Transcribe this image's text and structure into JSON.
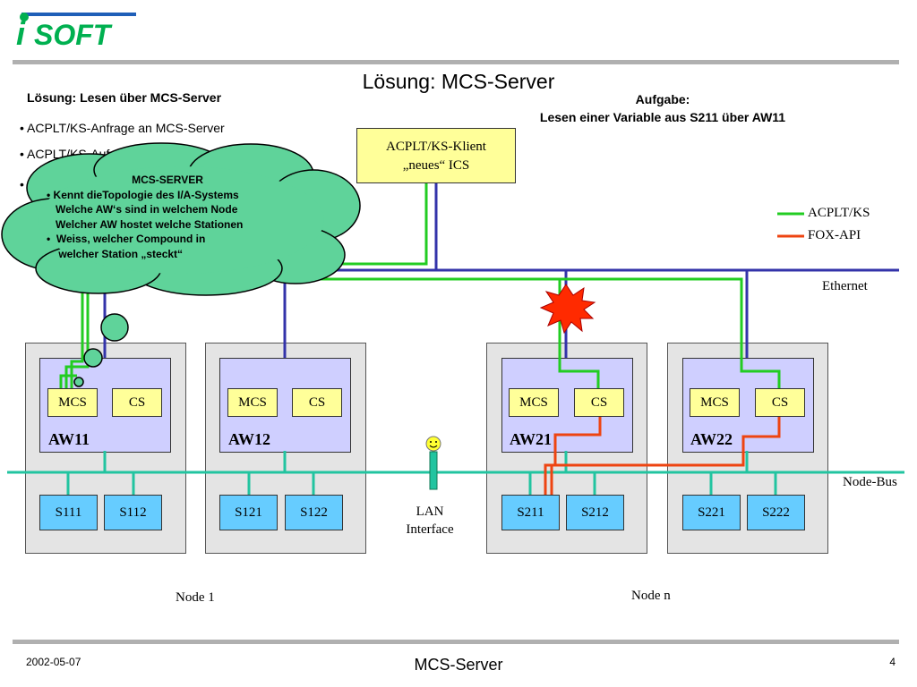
{
  "logo": {
    "text": "SOFT",
    "brand_colors": {
      "green": "#00b050",
      "blue": "#1f5fb8"
    }
  },
  "header": {
    "title": "Lösung: MCS-Server",
    "left_subtitle": "Lösung: Lesen über MCS-Server",
    "task_line1": "Aufgabe:",
    "task_line2": "Lesen einer Variable aus S211 über AW11"
  },
  "bullets": [
    "• ACPLT/KS-Anfrage an MCS-Server",
    "• ACPLT/KS-Auf",
    "• F"
  ],
  "cloud": {
    "title": "MCS-SERVER",
    "lines": [
      "• Kennt dieTopologie des I/A-Systems",
      "   Welche AW‘s sind in welchem Node",
      "   Welcher AW hostet welche Stationen",
      "•  Weiss, welcher Compound in",
      "    welcher Station „steckt“"
    ],
    "fill": "#5fd39a"
  },
  "client": {
    "line1": "ACPLT/KS-Klient",
    "line2": "„neues“ ICS"
  },
  "legend": {
    "items": [
      {
        "label": "ACPLT/KS",
        "color": "#22cc22"
      },
      {
        "label": "FOX-API",
        "color": "#ee4411"
      }
    ]
  },
  "network": {
    "ethernet_label": "Ethernet",
    "nodebus_label": "Node-Bus",
    "ethernet_color": "#3333aa",
    "nodebus_color": "#22c4a0"
  },
  "lan": {
    "line1": "LAN",
    "line2": "Interface"
  },
  "workstations": [
    {
      "name": "AW11",
      "mcs": "MCS",
      "cs": "CS",
      "stations": [
        "S111",
        "S112"
      ]
    },
    {
      "name": "AW12",
      "mcs": "MCS",
      "cs": "CS",
      "stations": [
        "S121",
        "S122"
      ]
    },
    {
      "name": "AW21",
      "mcs": "MCS",
      "cs": "CS",
      "stations": [
        "S211",
        "S212"
      ]
    },
    {
      "name": "AW22",
      "mcs": "MCS",
      "cs": "CS",
      "stations": [
        "S221",
        "S222"
      ]
    }
  ],
  "nodes": [
    "Node 1",
    "Node n"
  ],
  "footer": {
    "date": "2002-05-07",
    "title": "MCS-Server",
    "page": "4"
  }
}
